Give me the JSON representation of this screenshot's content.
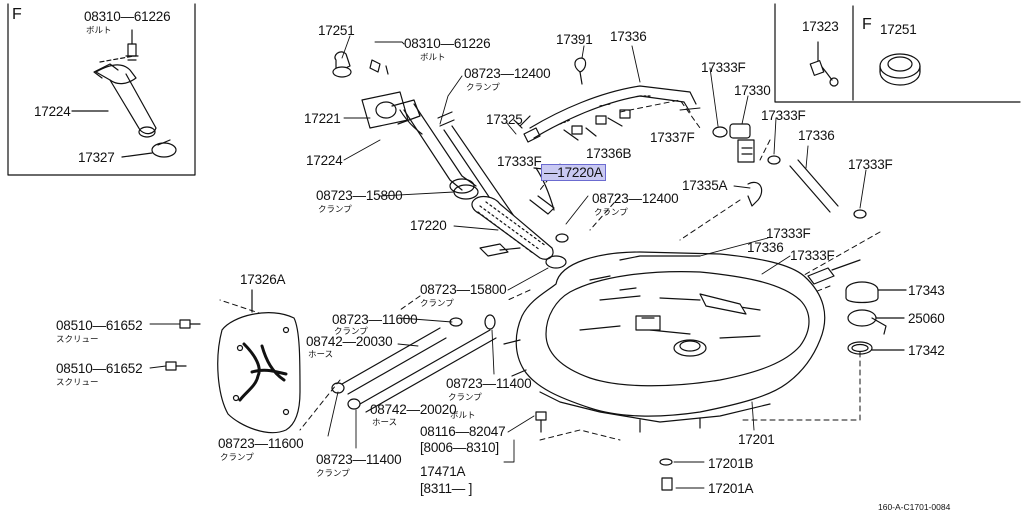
{
  "insets": {
    "left_tag": "F",
    "right_tag": "F"
  },
  "part_numbers": {
    "p08310_left": "08310—61226",
    "p17224_left": "17224",
    "p17327": "17327",
    "p17251": "17251",
    "p08310_mid": "08310—61226",
    "p08723_12400_top": "08723—12400",
    "p17221": "17221",
    "p17224_mid": "17224",
    "p08723_15800_a": "08723—15800",
    "p17220": "17220",
    "p17325": "17325",
    "p17333F_a": "17333F",
    "p17220A": "—17220A",
    "p08723_12400_b": "08723—12400",
    "p17391": "17391",
    "p17336_top": "17336",
    "p17336B": "17336B",
    "p17337F": "17337F",
    "p17333F_b": "17333F",
    "p17330": "17330",
    "p17333F_c": "17333F",
    "p17336_right": "17336",
    "p17333F_d": "17333F",
    "p17335A": "17335A",
    "p17333F_e": "17333F",
    "p17336_low": "17336",
    "p17333F_f": "17333F",
    "p17323": "17323",
    "p17251_right": "17251",
    "p17343": "17343",
    "p25060": "25060",
    "p17342": "17342",
    "p17326A": "17326A",
    "p08510_a": "08510—61652",
    "p08510_b": "08510—61652",
    "p08723_15800_b": "08723—15800",
    "p08723_11600_a": "08723—11600",
    "p08742_20030": "08742—20030",
    "p08723_11400_a": "08723—11400",
    "p08742_20020": "08742—20020",
    "p08723_11600_b": "08723—11600",
    "p08723_11400_b": "08723—11400",
    "p08116": "08116—82047",
    "p8006": "[8006—8310]",
    "p17471A": "17471A",
    "p8311": "[8311—      ]",
    "p17201": "17201",
    "p17201B": "17201B",
    "p17201A": "17201A"
  },
  "jp_labels": {
    "bolt": "ボルト",
    "clamp": "クランプ",
    "screw": "スクリュー",
    "hose": "ホース"
  },
  "catalog_code": "160-A-C1701-0084",
  "highlight_color": "#c9c9f2"
}
